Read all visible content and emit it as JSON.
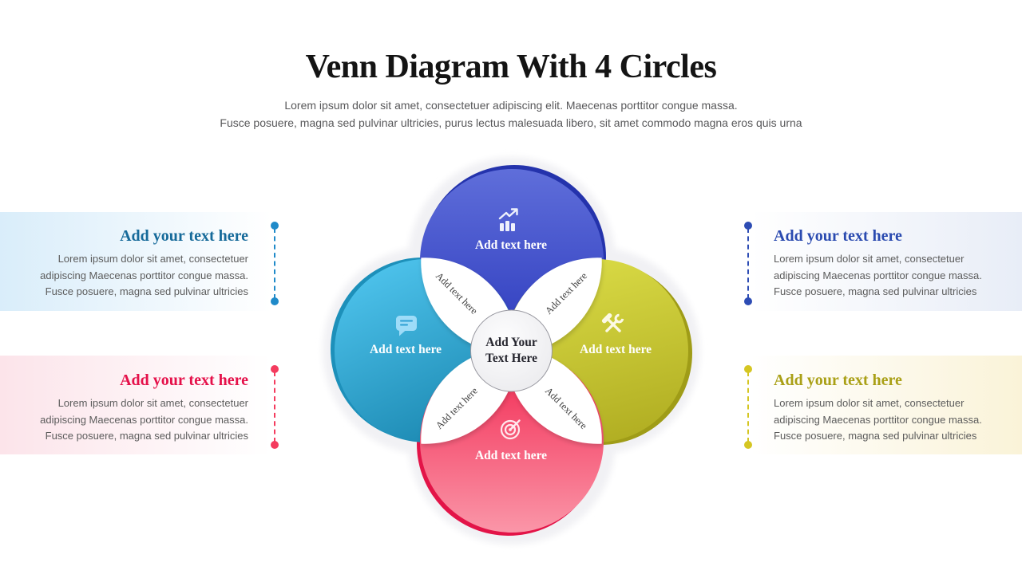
{
  "slide": {
    "title": "Venn Diagram With 4 Circles",
    "subtitle_lines": [
      "Lorem ipsum dolor sit amet, consectetuer adipiscing elit. Maecenas porttitor congue massa.",
      "Fusce posuere, magna sed pulvinar ultricies, purus lectus malesuada libero, sit amet commodo magna eros quis urna"
    ]
  },
  "side_blocks": [
    {
      "position": "top-left",
      "heading": "Add your text here",
      "heading_color": "#166a9a",
      "accent_color": "#1f8ac9",
      "band_tint": "#d9edfa",
      "body_lines": [
        "Lorem ipsum dolor sit amet, consectetuer",
        "adipiscing Maecenas porttitor congue massa.",
        "Fusce posuere, magna sed pulvinar ultricies"
      ]
    },
    {
      "position": "top-right",
      "heading": "Add your text here",
      "heading_color": "#2b4bb0",
      "accent_color": "#2d4cb4",
      "band_tint": "#e8edf7",
      "body_lines": [
        "Lorem ipsum dolor sit amet, consectetuer",
        "adipiscing Maecenas porttitor congue massa.",
        "Fusce posuere, magna sed pulvinar ultricies"
      ]
    },
    {
      "position": "bottom-left",
      "heading": "Add your text here",
      "heading_color": "#e5114a",
      "accent_color": "#f43b5e",
      "band_tint": "#fce4ea",
      "body_lines": [
        "Lorem ipsum dolor sit amet, consectetuer",
        "adipiscing Maecenas porttitor congue massa.",
        "Fusce posuere, magna sed pulvinar ultricies"
      ]
    },
    {
      "position": "bottom-right",
      "heading": "Add your text here",
      "heading_color": "#aaa017",
      "accent_color": "#d5c622",
      "band_tint": "#faf3d8",
      "body_lines": [
        "Lorem ipsum dolor sit amet, consectetuer",
        "adipiscing Maecenas porttitor congue massa.",
        "Fusce posuere, magna sed pulvinar ultricies"
      ]
    }
  ],
  "venn": {
    "center": {
      "line1": "Add Your",
      "line2": "Text Here"
    },
    "petal_labels": [
      "Add text here",
      "Add text here",
      "Add text here",
      "Add text here"
    ],
    "circles": [
      {
        "position": "top",
        "label": "Add text here",
        "icon": "growth-chart-icon",
        "gradient": [
          "#5f6eda",
          "#2c3abd"
        ],
        "rim": "#2433ac"
      },
      {
        "position": "left",
        "label": "Add text here",
        "icon": "chat-message-icon",
        "gradient": [
          "#4cc1ea",
          "#1a87b0"
        ],
        "rim": "#1d90ba"
      },
      {
        "position": "right",
        "label": "Add text here",
        "icon": "tools-icon",
        "gradient": [
          "#d9da45",
          "#b1ae22"
        ],
        "rim": "#9f9c17"
      },
      {
        "position": "bottom",
        "label": "Add text here",
        "icon": "target-icon",
        "gradient": [
          "#f2244e",
          "#fa96a8"
        ],
        "rim": "#e31448"
      }
    ]
  }
}
